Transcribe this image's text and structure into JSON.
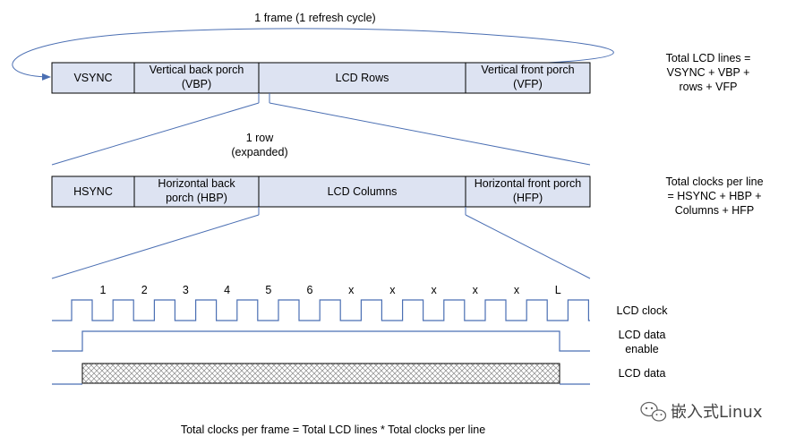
{
  "frame": {
    "caption": "1 frame (1 refresh cycle)",
    "cells": [
      {
        "line1": "VSYNC",
        "line2": ""
      },
      {
        "line1": "Vertical back porch",
        "line2": "(VBP)"
      },
      {
        "line1": "LCD Rows",
        "line2": ""
      },
      {
        "line1": "Vertical front porch",
        "line2": "(VFP)"
      }
    ],
    "formula": [
      "Total LCD lines =",
      "VSYNC + VBP +",
      "rows + VFP"
    ]
  },
  "row": {
    "caption_line1": "1 row",
    "caption_line2": "(expanded)",
    "cells": [
      {
        "line1": "HSYNC",
        "line2": ""
      },
      {
        "line1": "Horizontal back",
        "line2": "porch (HBP)"
      },
      {
        "line1": "LCD Columns",
        "line2": ""
      },
      {
        "line1": "Horizontal front porch",
        "line2": "(HFP)"
      }
    ],
    "formula": [
      "Total clocks per line",
      "= HSYNC + HBP +",
      "Columns + HFP"
    ]
  },
  "timing": {
    "clock_numbers": [
      "1",
      "2",
      "3",
      "4",
      "5",
      "6",
      "x",
      "x",
      "x",
      "x",
      "x",
      "L"
    ],
    "signals": {
      "clock": "LCD clock",
      "enable_line1": "LCD data",
      "enable_line2": "enable",
      "data": "LCD data"
    }
  },
  "footer": "Total clocks per frame = Total LCD lines * Total clocks per line",
  "watermark": {
    "text": "嵌入式Linux",
    "icon": "wechat-icon"
  },
  "colors": {
    "cell_fill": "#dde3f2",
    "line": "#4b6fb3"
  }
}
